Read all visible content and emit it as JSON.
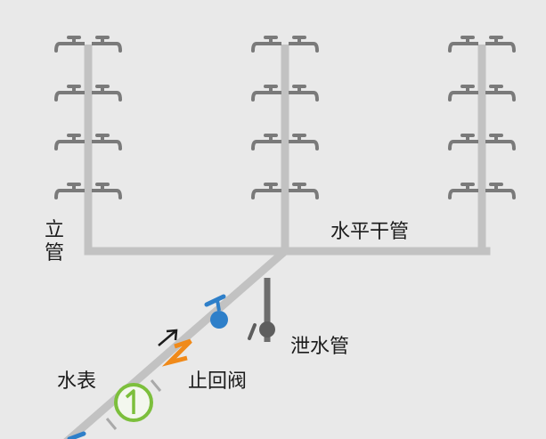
{
  "labels": {
    "riser": "立管",
    "horizontal_main": "水平干管",
    "drain_pipe": "泄水管",
    "check_valve": "止回阀",
    "water_meter": "水表"
  },
  "risers": [
    {
      "faucet_levels": 4
    },
    {
      "faucet_levels": 4
    },
    {
      "faucet_levels": 4
    }
  ],
  "colors": {
    "background": "#e9e9e9",
    "pipe": "#c2c2c2",
    "faucet": "#7a7a7a",
    "drain": "#6d6d6d",
    "gate_valve": "#2e7fc9",
    "check_valve": "#f08a1a",
    "meter": "#7cbf3c",
    "text": "#1c1c1c"
  }
}
